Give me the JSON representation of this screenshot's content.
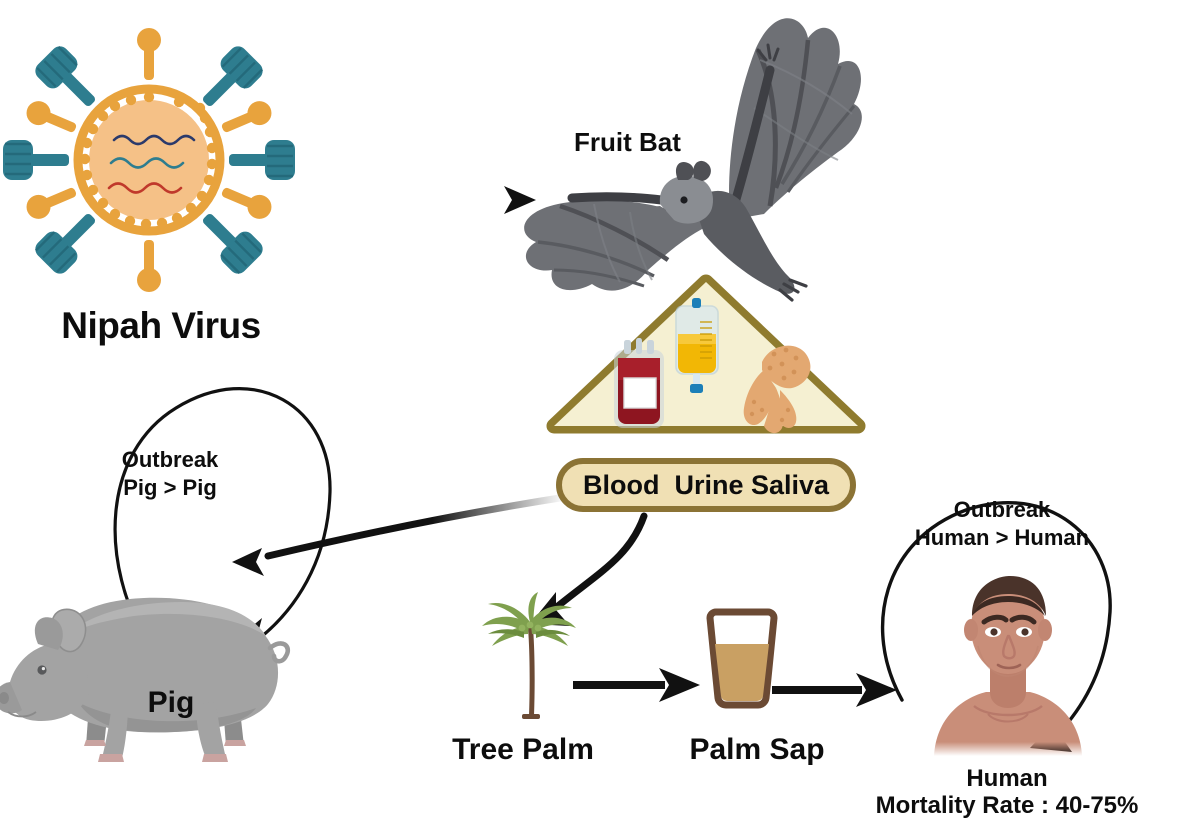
{
  "diagram": {
    "title_nodes": {
      "virus": "Nipah Virus",
      "bat": "Fruit Bat",
      "fluids": "Blood  Urine Saliva",
      "pig": "Pig",
      "tree_palm": "Tree Palm",
      "palm_sap": "Palm Sap",
      "human": "Human",
      "human_mortality": "Mortality Rate : 40-75%"
    },
    "cycles": {
      "pig_outbreak_line1": "Outbreak",
      "pig_outbreak_line2": "Pig > Pig",
      "human_outbreak_line1": "Outbreak",
      "human_outbreak_line2": "Human > Human"
    },
    "icon_names": {
      "virus": "nipah-virus-icon",
      "bat": "fruit-bat-icon",
      "blood_bag": "blood-bag-icon",
      "urine_bag": "urine-iv-bag-icon",
      "saliva_gland": "salivary-gland-icon",
      "pig": "pig-icon",
      "palm_tree": "palm-tree-icon",
      "glass": "palm-sap-glass-icon",
      "human": "human-bust-icon"
    },
    "colors": {
      "virus_envelope": "#E8A33D",
      "virus_core": "#F5C187",
      "virus_spike_teal": "#2E7D8F",
      "virus_knob_orange": "#E8A33D",
      "bat_dark": "#4F5055",
      "bat_mid": "#6E7075",
      "bat_light": "#8A8D92",
      "diamond_border": "#8F7B2E",
      "diamond_fill": "#F5F0D2",
      "banner_fill": "#F0E0B4",
      "banner_border": "#8B7335",
      "blood_red": "#9E1B26",
      "urine_yellow": "#F2B705",
      "gland_tan": "#E3A871",
      "pig_gray": "#9C9C9C",
      "palm_green": "#7FA04E",
      "palm_trunk": "#6B4A34",
      "sap_tan": "#C9A063",
      "glass_brown": "#6B4A34",
      "skin": "#C98E79",
      "hair_dark": "#4A332A",
      "arrow_black": "#111111",
      "text_black": "#0D0D0D",
      "background": "#FFFFFF"
    }
  }
}
